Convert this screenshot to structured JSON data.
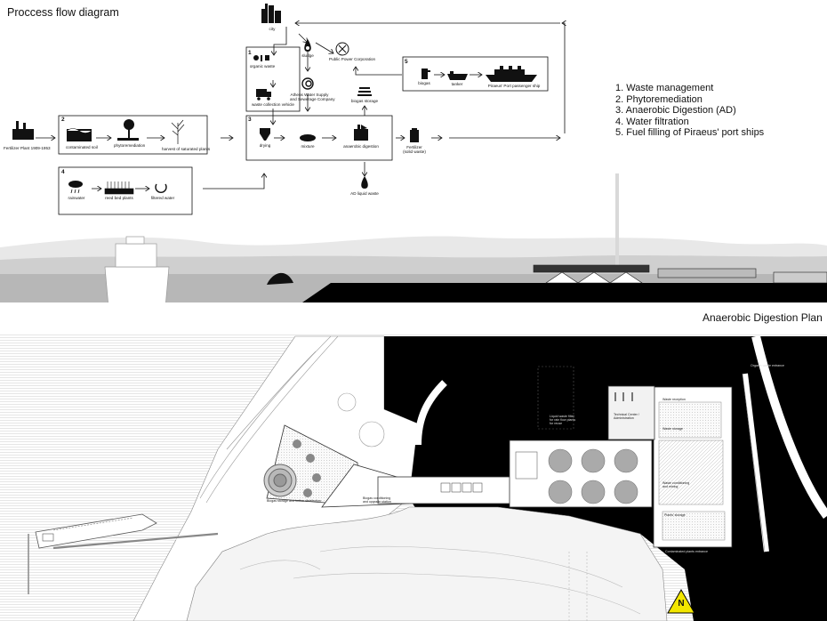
{
  "diagram_title": "Proccess flow diagram",
  "plan_title": "Anaerobic Digestion Plan",
  "legend": [
    "1. Waste management",
    "2. Phytoremediation",
    "3. Anaerobic Digestion (AD)",
    "4. Water filtration",
    "5. Fuel filling of Piraeus' port ships"
  ],
  "groups": {
    "g1": "1",
    "g2": "2",
    "g3": "3",
    "g4": "4",
    "g5": "5"
  },
  "nodes": {
    "city": "city",
    "organic_waste": "organic waste",
    "waste_collection": "waste collection vehicle",
    "sludge": "sludge",
    "athens_water": "Athens Water Supply\nand Sewerage Company",
    "ppc": "Public Power Corporation",
    "biogas": "biogas",
    "tanker": "tanker",
    "piraeus_ship": "Piraeus' Port passenger ship",
    "fertilizer_plant": "Fertilizer Plant 1909-1953",
    "contaminated_soil": "contaminated soil",
    "phytoremediation": "phytoremediation",
    "harvest": "harvest of saturated plants",
    "drying": "drying",
    "mixture": "mixture",
    "anaerobic_digestion": "anaerobic digestion",
    "biogas_storage": "biogas storage",
    "fertilizer": "Fertilizer\n(solid waste)",
    "rainwater": "rainwater",
    "reed_bed": "reed bed plants",
    "filtered_water": "filtered water",
    "ad_liquid": "AD liquid waste"
  },
  "plan_labels": {
    "biogas_storage_gas": "Biogas storage and further distribution",
    "biogas_conditioning": "Biogas conditioning\nand upgrade station",
    "liquid_waste": "Liquid waste filter\nfor rain flow plants\nfor reuse",
    "technical_center": "Technical Center /\nAdministration",
    "waste_reception": "Waste reception",
    "waste_storage": "Waste storage",
    "waste_conditioning": "Waste conditioning\nand mixing",
    "plant_storage": "Plants' storage",
    "contaminated_entrance": "Contaminated plants entrance",
    "organic_entrance": "Organic waste entrance"
  },
  "north_label": "N",
  "colors": {
    "dark": "#000000",
    "mid": "#bdbdbd",
    "light": "#e4e4e4",
    "north": "#f2e600"
  },
  "icons": [
    "factory-icon",
    "city-icon",
    "tree-icon",
    "truck-icon",
    "drop-icon",
    "ship-icon",
    "gas-pump-icon",
    "rain-cloud-icon",
    "digester-icon",
    "north-arrow-icon"
  ]
}
